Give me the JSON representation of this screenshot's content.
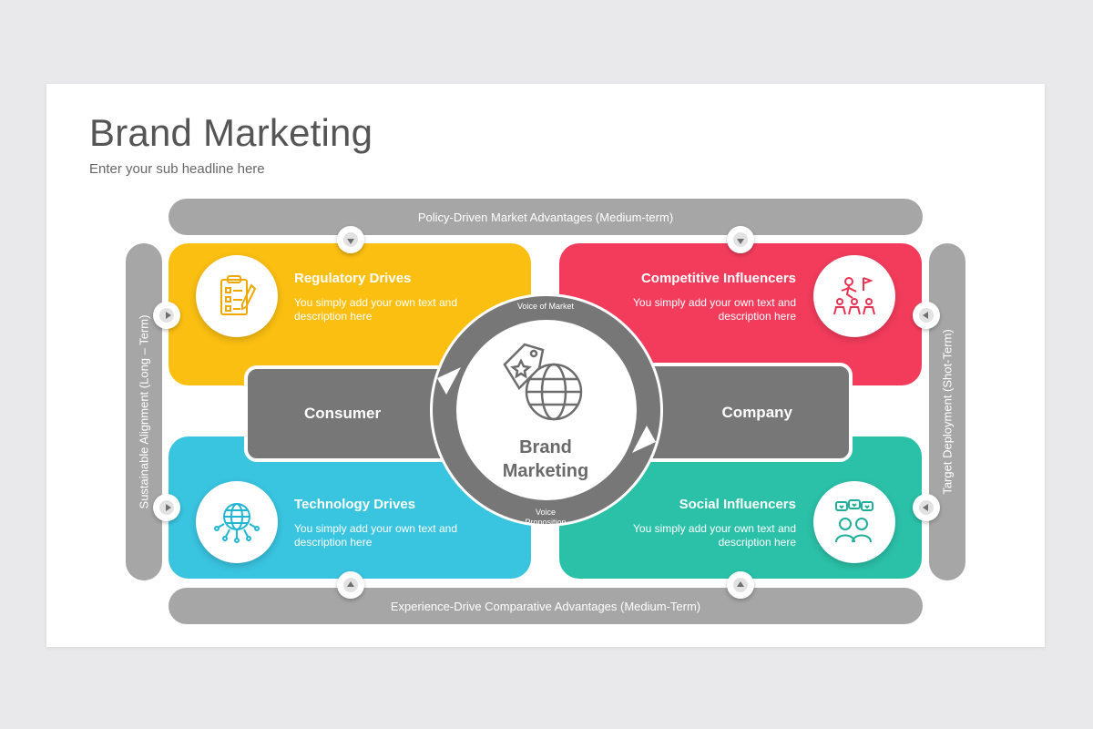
{
  "title": "Brand Marketing",
  "subtitle": "Enter your sub headline here",
  "bars": {
    "top": "Policy-Driven Market Advantages (Medium-term)",
    "bottom": "Experience-Drive Comparative Advantages (Medium-Term)",
    "left": "Sustainable Alignment (Long – Term)",
    "right": "Target Deployment (Shot-Term)"
  },
  "cards": [
    {
      "title": "Regulatory Drives",
      "desc": "You simply add your own text and description here",
      "color": "#fbbf12",
      "icon": "clipboard-checklist-icon"
    },
    {
      "title": "Competitive Influencers",
      "desc": "You simply add your own text and description here",
      "color": "#f33c5c",
      "icon": "climbing-team-flag-icon"
    },
    {
      "title": "Technology Drives",
      "desc": "You simply add your own text and description here",
      "color": "#39c4e0",
      "icon": "circuit-globe-icon"
    },
    {
      "title": "Social Influencers",
      "desc": "You simply add your own text and description here",
      "color": "#2bc0a8",
      "icon": "people-chat-hearts-icon"
    }
  ],
  "center": {
    "left_label": "Consumer",
    "right_label": "Company",
    "top_ring_label": "Voice of Market",
    "bottom_ring_label_1": "Voice",
    "bottom_ring_label_2": "Proposition",
    "title_line1": "Brand",
    "title_line2": "Marketing",
    "icon": "globe-price-tag-icon"
  },
  "colors": {
    "gray_bar": "#a6a6a6",
    "dark_gray": "#777777"
  }
}
